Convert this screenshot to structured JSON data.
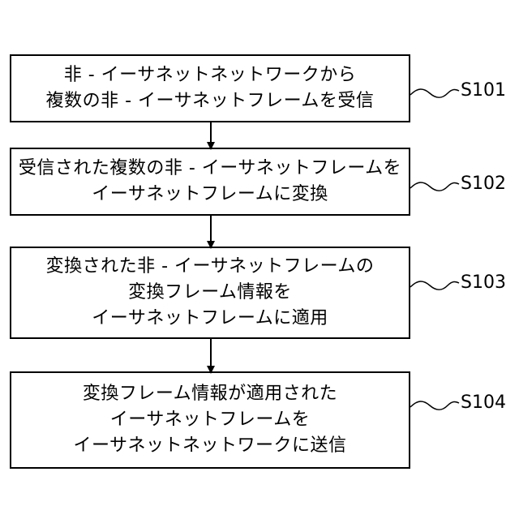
{
  "steps": [
    {
      "label": "S101",
      "lines": [
        "非 - イーサネットネットワークから",
        "複数の非 - イーサネットフレームを受信"
      ]
    },
    {
      "label": "S102",
      "lines": [
        "受信された複数の非 - イーサネットフレームを",
        "イーサネットフレームに変換"
      ]
    },
    {
      "label": "S103",
      "lines": [
        "変換された非 - イーサネットフレームの",
        "変換フレーム情報を",
        "イーサネットフレームに適用"
      ]
    },
    {
      "label": "S104",
      "lines": [
        "変換フレーム情報が適用された",
        "イーサネットフレームを",
        "イーサネットネットワークに送信"
      ]
    }
  ]
}
